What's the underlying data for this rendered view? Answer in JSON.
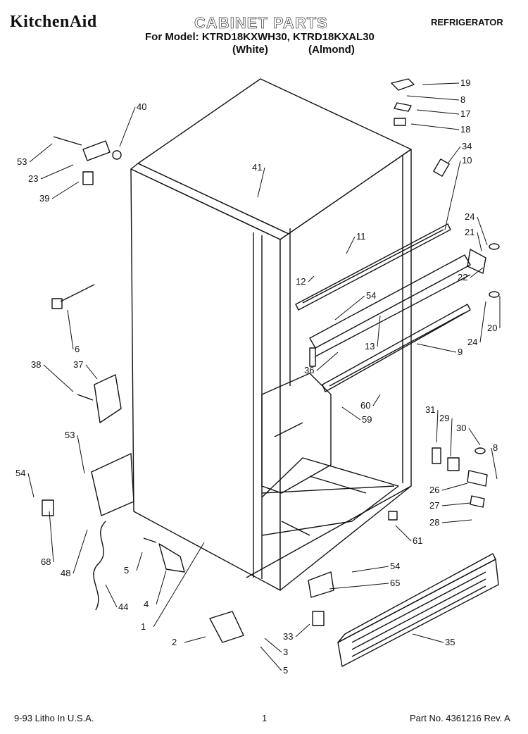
{
  "header": {
    "brand": "KitchenAid",
    "title": "CABINET PARTS",
    "category": "REFRIGERATOR",
    "model_line": "For Model: KTRD18KXWH30, KTRD18KXAL30",
    "variant_white": "(White)",
    "variant_almond": "(Almond)"
  },
  "footer": {
    "litho": "9-93 Litho In U.S.A.",
    "page": "1",
    "part_no": "Part No. 4361216 Rev. A"
  },
  "diagram": {
    "labels": [
      "19",
      "8",
      "17",
      "18",
      "34",
      "10",
      "40",
      "53",
      "23",
      "39",
      "41",
      "11",
      "24",
      "21",
      "12",
      "54",
      "22",
      "20",
      "24",
      "13",
      "9",
      "36",
      "6",
      "38",
      "37",
      "60",
      "59",
      "31",
      "29",
      "30",
      "8",
      "53",
      "54",
      "26",
      "27",
      "28",
      "61",
      "68",
      "48",
      "5",
      "44",
      "4",
      "1",
      "54",
      "65",
      "2",
      "33",
      "3",
      "5",
      "35"
    ]
  }
}
